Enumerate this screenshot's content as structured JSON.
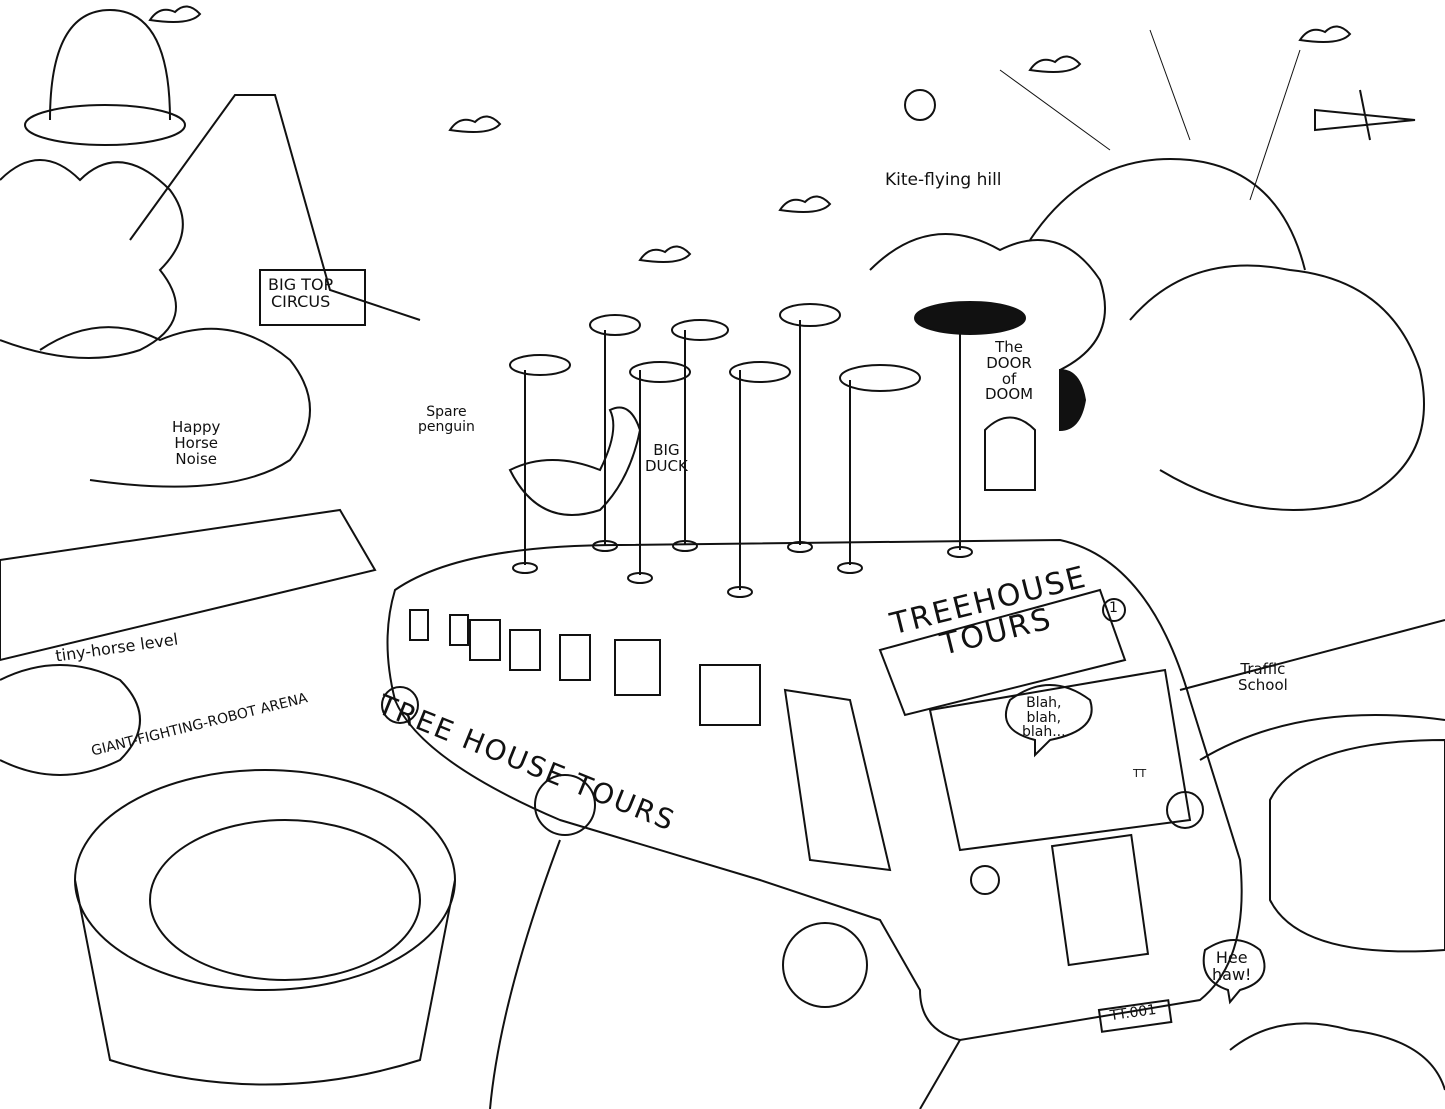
{
  "labels": {
    "circus": "BIG TOP\nCIRCUS",
    "horse_noise": "Happy\nHorse\nNoise",
    "spare_penguin": "Spare\npenguin",
    "big_duck": "BIG\nDUCK",
    "door_of_doom": "The\nDOOR\nof\nDOOM",
    "kite_hill": "Kite-flying hill",
    "bus_front_sign": "TREEHOUSE\nTOURS",
    "bus_route_number": "1",
    "bus_side": "TREE HOUSE TOURS",
    "speech": "Blah,\nblah,\nblah...",
    "driver_badge": "TT",
    "traffic_school": "Traffic\nSchool",
    "tiny_horse": "tiny-horse level",
    "arena": "GIANT-FIGHTING-ROBOT ARENA",
    "hee_haw": "Hee\nhaw!",
    "license_plate": "TT.001"
  },
  "colors": {
    "ink": "#111111",
    "paper": "#ffffff"
  }
}
